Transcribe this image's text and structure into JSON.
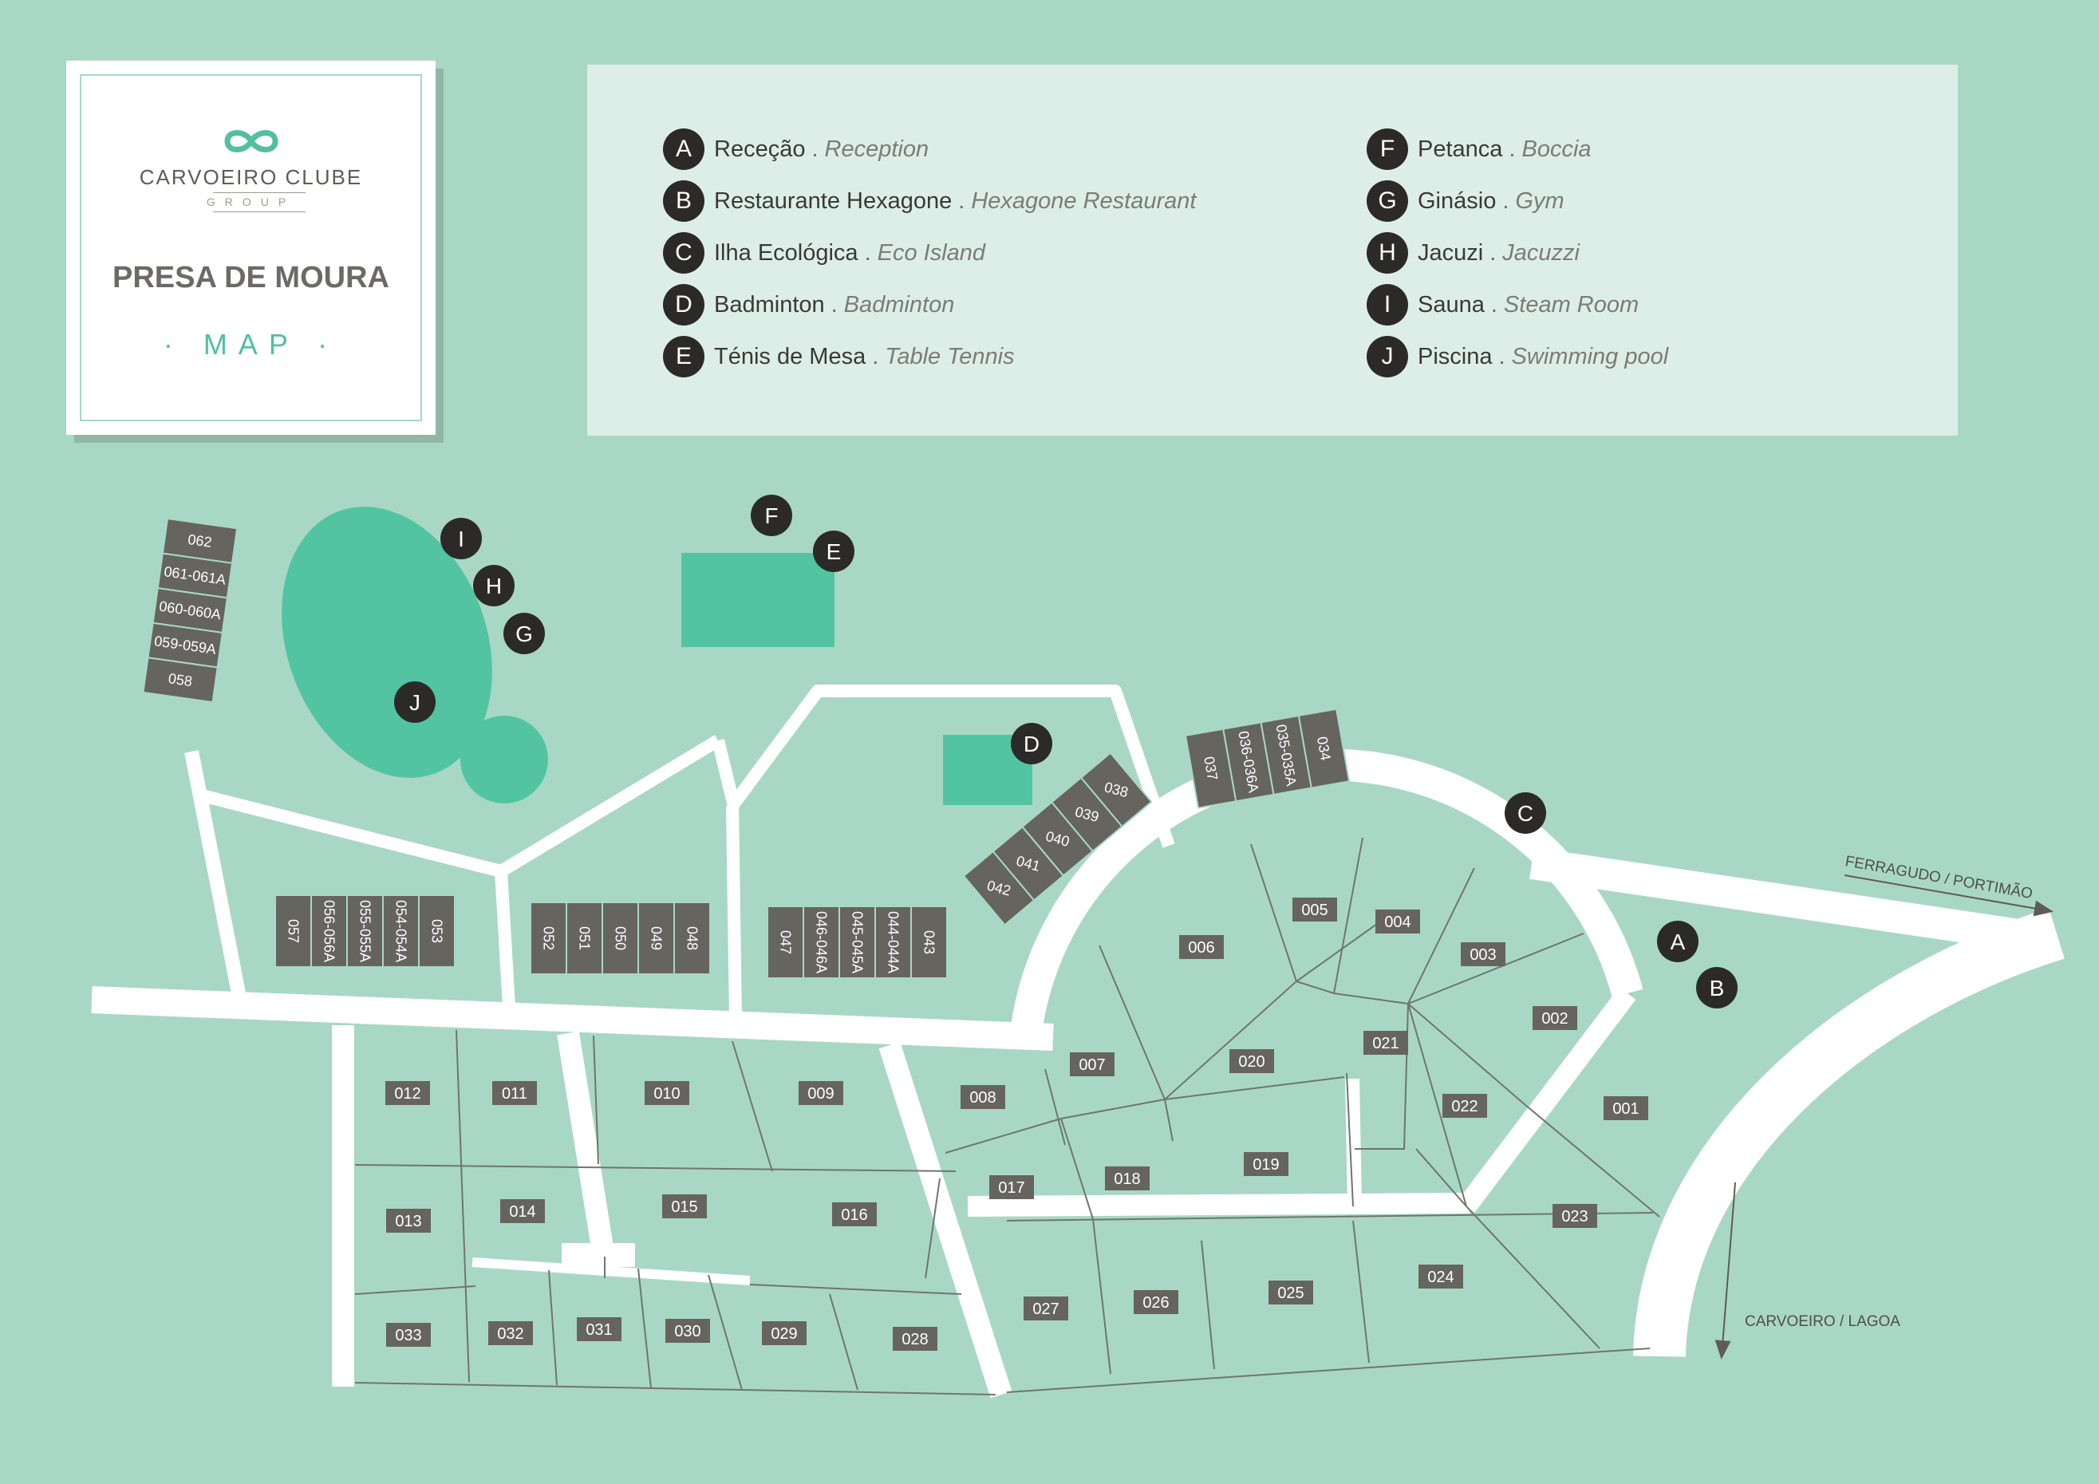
{
  "brand": {
    "name": "CARVOEIRO CLUBE",
    "sub": "GROUP"
  },
  "title": "PRESA DE MOURA",
  "map_label": "· MAP ·",
  "colors": {
    "background": "#a9d7c6",
    "water": "#52c4a2",
    "road": "#ffffff",
    "lot": "#66645f",
    "lot_line": "#6f7570",
    "marker": "#2b2a29",
    "legend_bg": "#ddeee8"
  },
  "legend": [
    {
      "letter": "A",
      "name": "Receção",
      "en": "Reception"
    },
    {
      "letter": "B",
      "name": "Restaurante Hexagone",
      "en": "Hexagone Restaurant"
    },
    {
      "letter": "C",
      "name": "Ilha Ecológica",
      "en": "Eco Island"
    },
    {
      "letter": "D",
      "name": "Badminton",
      "en": "Badminton"
    },
    {
      "letter": "E",
      "name": "Ténis de Mesa",
      "en": "Table Tennis"
    },
    {
      "letter": "F",
      "name": "Petanca",
      "en": "Boccia"
    },
    {
      "letter": "G",
      "name": "Ginásio",
      "en": "Gym"
    },
    {
      "letter": "H",
      "name": "Jacuzi",
      "en": "Jacuzzi"
    },
    {
      "letter": "I",
      "name": "Sauna",
      "en": "Steam Room"
    },
    {
      "letter": "J",
      "name": "Piscina",
      "en": "Swimming pool"
    }
  ],
  "legend_separator": ".",
  "directions": {
    "northeast": "FERRAGUDO / PORTIMÃO",
    "south": "CARVOEIRO / LAGOA"
  },
  "lots_horizontal": [
    "001",
    "002",
    "003",
    "004",
    "005",
    "006",
    "007",
    "008",
    "009",
    "010",
    "011",
    "012",
    "013",
    "014",
    "015",
    "016",
    "017",
    "018",
    "019",
    "020",
    "021",
    "022",
    "023",
    "024",
    "025",
    "026",
    "027",
    "028",
    "029",
    "030",
    "031",
    "032",
    "033"
  ],
  "lots_tilted_a": [
    "062",
    "061-061A",
    "060-060A",
    "059-059A",
    "058"
  ],
  "lots_row_a": [
    "057",
    "056-056A",
    "055-055A",
    "054-054A",
    "053"
  ],
  "lots_row_b": [
    "052",
    "051",
    "050",
    "049",
    "048"
  ],
  "lots_row_c": [
    "047",
    "046-046A",
    "045-045A",
    "044-044A",
    "043"
  ],
  "lots_diag": [
    "042",
    "041",
    "040",
    "039",
    "038"
  ],
  "lots_top": [
    "037",
    "036-036A",
    "035-035A",
    "034"
  ],
  "markers": [
    "A",
    "B",
    "C",
    "D",
    "E",
    "F",
    "G",
    "H",
    "I",
    "J"
  ]
}
